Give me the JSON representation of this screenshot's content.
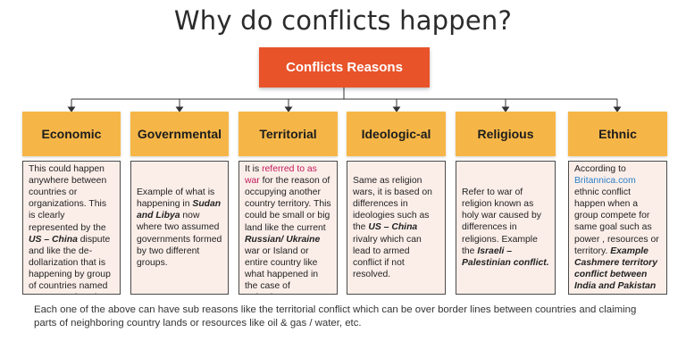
{
  "title": "Why do conflicts happen?",
  "root": "Conflicts Reasons",
  "categories": [
    {
      "label": "Economic",
      "description": [
        {
          "t": "This could happen anywhere between countries or organizations. This is clearly represented by the "
        },
        {
          "t": "US – China",
          "em": true
        },
        {
          "t": " dispute and like the de-dollarization that is happening by group of countries named BRICS against the trade with dollars."
        }
      ]
    },
    {
      "label": "Governmental",
      "description": [
        {
          "t": "Example of what is happening in "
        },
        {
          "t": "Sudan and Libya",
          "em": true
        },
        {
          "t": " now where two assumed governments formed by two different groups."
        }
      ]
    },
    {
      "label": "Territorial",
      "description": [
        {
          "t": "It is "
        },
        {
          "t": "referred to as war",
          "pink": true
        },
        {
          "t": " for the reason of occupying another country territory. This could be small or big land like the current "
        },
        {
          "t": "Russian/ Ukraine",
          "em": true
        },
        {
          "t": " war or Island or entire country like what happened in the case of Palestine."
        }
      ]
    },
    {
      "label": "Ideologic-al",
      "description": [
        {
          "t": "Same as religion wars, it is based on differences in ideologies such as the "
        },
        {
          "t": "US – China",
          "em": true
        },
        {
          "t": " rivalry which can lead to armed conflict if not resolved."
        }
      ]
    },
    {
      "label": "Religious",
      "description": [
        {
          "t": "Refer to war of religion known as holy war caused by differences in religions. Example the "
        },
        {
          "t": "Israeli – Palestinian conflict.",
          "em": true
        }
      ]
    },
    {
      "label": "Ethnic",
      "description": [
        {
          "t": "According to "
        },
        {
          "t": "Britannica.com",
          "link": true
        },
        {
          "t": " ethnic conflict happen when a group compete for same goal such as power , resources or territory. "
        },
        {
          "t": "Example Cashmere territory conflict between India and Pakistan",
          "em": true
        }
      ]
    }
  ],
  "footer": "Each one of the above can have sub reasons like the territorial conflict which can be over border lines between countries and claiming parts of neighboring country lands or resources like oil & gas / water, etc.",
  "colors": {
    "root": "#e8532a",
    "category": "#f6b647",
    "description_bg": "#fbeee9",
    "link": "#2a7fc7"
  }
}
